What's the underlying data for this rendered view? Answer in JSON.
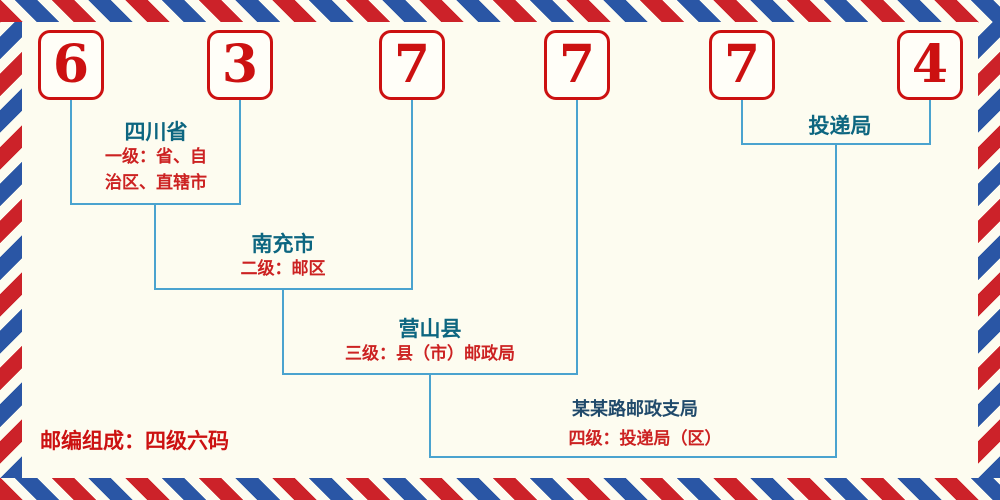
{
  "postal_code": {
    "digits": [
      "6",
      "3",
      "7",
      "7",
      "7",
      "4"
    ]
  },
  "levels": {
    "level1": {
      "name": "四川省",
      "desc": "一级：省、自治区、直辖市"
    },
    "level2": {
      "name": "南充市",
      "desc": "二级：邮区"
    },
    "level3": {
      "name": "营山县",
      "desc": "三级：县（市）邮政局"
    },
    "level4": {
      "name": "某某路邮政支局",
      "desc": "四级：投递局（区）"
    },
    "delivery": {
      "name": "投递局"
    }
  },
  "footer": {
    "note": "邮编组成：四级六码"
  },
  "colors": {
    "digit_red": "#cc1111",
    "label_blue": "#0d6680",
    "desc_red": "#cc2222",
    "branch_navy": "#204a6b",
    "line_blue": "#4aa3cf",
    "stripe_red": "#cc2229",
    "stripe_blue": "#2a56a5",
    "background": "#fdfcf0"
  }
}
